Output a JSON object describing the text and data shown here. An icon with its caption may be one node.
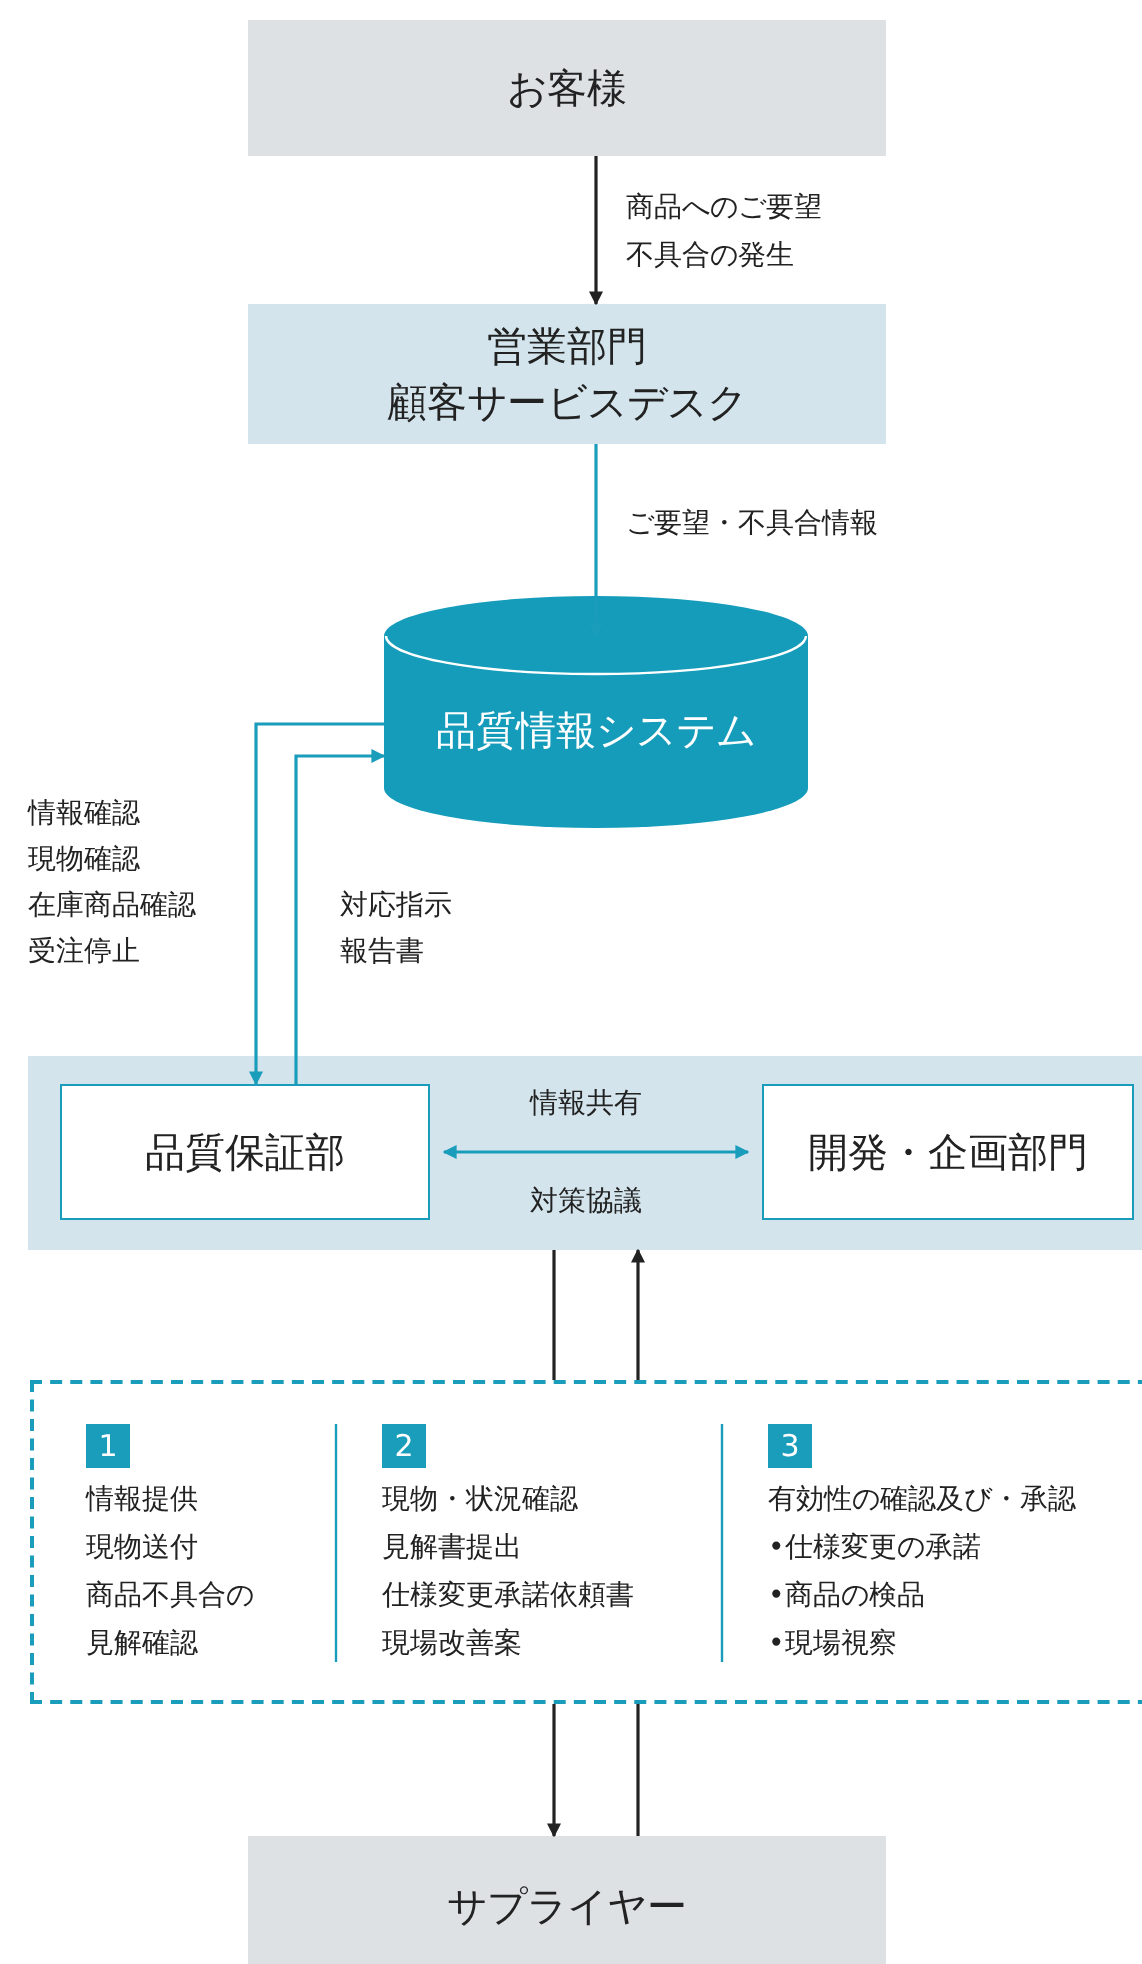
{
  "diagram": {
    "nodes": [
      {
        "text": [
          "お客様"
        ]
      },
      {
        "text": [
          "営業部門",
          "顧客サービスデスク"
        ]
      },
      {
        "text": [
          "品質情報システム"
        ]
      },
      {
        "text": [],
        "shape": "band"
      },
      {
        "text": [
          "品質保証部"
        ],
        "in": 3
      },
      {
        "text": [
          "開発・企画部門"
        ],
        "in": 3
      },
      {
        "text": [],
        "shape": "box"
      },
      {
        "text": [
          "サプライヤー"
        ]
      }
    ],
    "edges": [
      {
        "from": 0,
        "to": 1,
        "arrow": "to"
      },
      {
        "from": 1,
        "to": 2,
        "arrow": "to",
        "color": "#1a9dbb"
      },
      {
        "from": 2,
        "to": 4,
        "arrow": "to",
        "color": "#1a9dbb"
      },
      {
        "from": 4,
        "to": 2,
        "arrow": "to",
        "color": "#1a9dbb"
      },
      {
        "from": 4,
        "to": 5,
        "arrow": "both",
        "color": "#1a9dbb"
      },
      {
        "from": 3,
        "to": 6,
        "arrow": "none"
      },
      {
        "from": 6,
        "to": 3,
        "arrow": "to"
      },
      {
        "from": 6,
        "to": 7,
        "arrow": "to"
      },
      {
        "from": 7,
        "to": 6,
        "arrow": "none"
      }
    ],
    "labels": [
      "商品へのご要望",
      "不具合の発生",
      "ご要望・不具合情報",
      "情報確認",
      "現物確認",
      "在庫商品確認",
      "受注停止",
      "対応指示",
      "報告書",
      "情報共有",
      "対策協議",
      "1",
      "情報提供",
      "現物送付",
      "商品不具合の見解確認",
      "2",
      "現物・状況確認",
      "見解書提出",
      "仕様変更承諾依頼書",
      "現場改善案",
      "3",
      "有効性の確認及び・承認",
      "•仕様変更の承諾",
      "•商品の検品",
      "•現場視察"
    ]
  }
}
